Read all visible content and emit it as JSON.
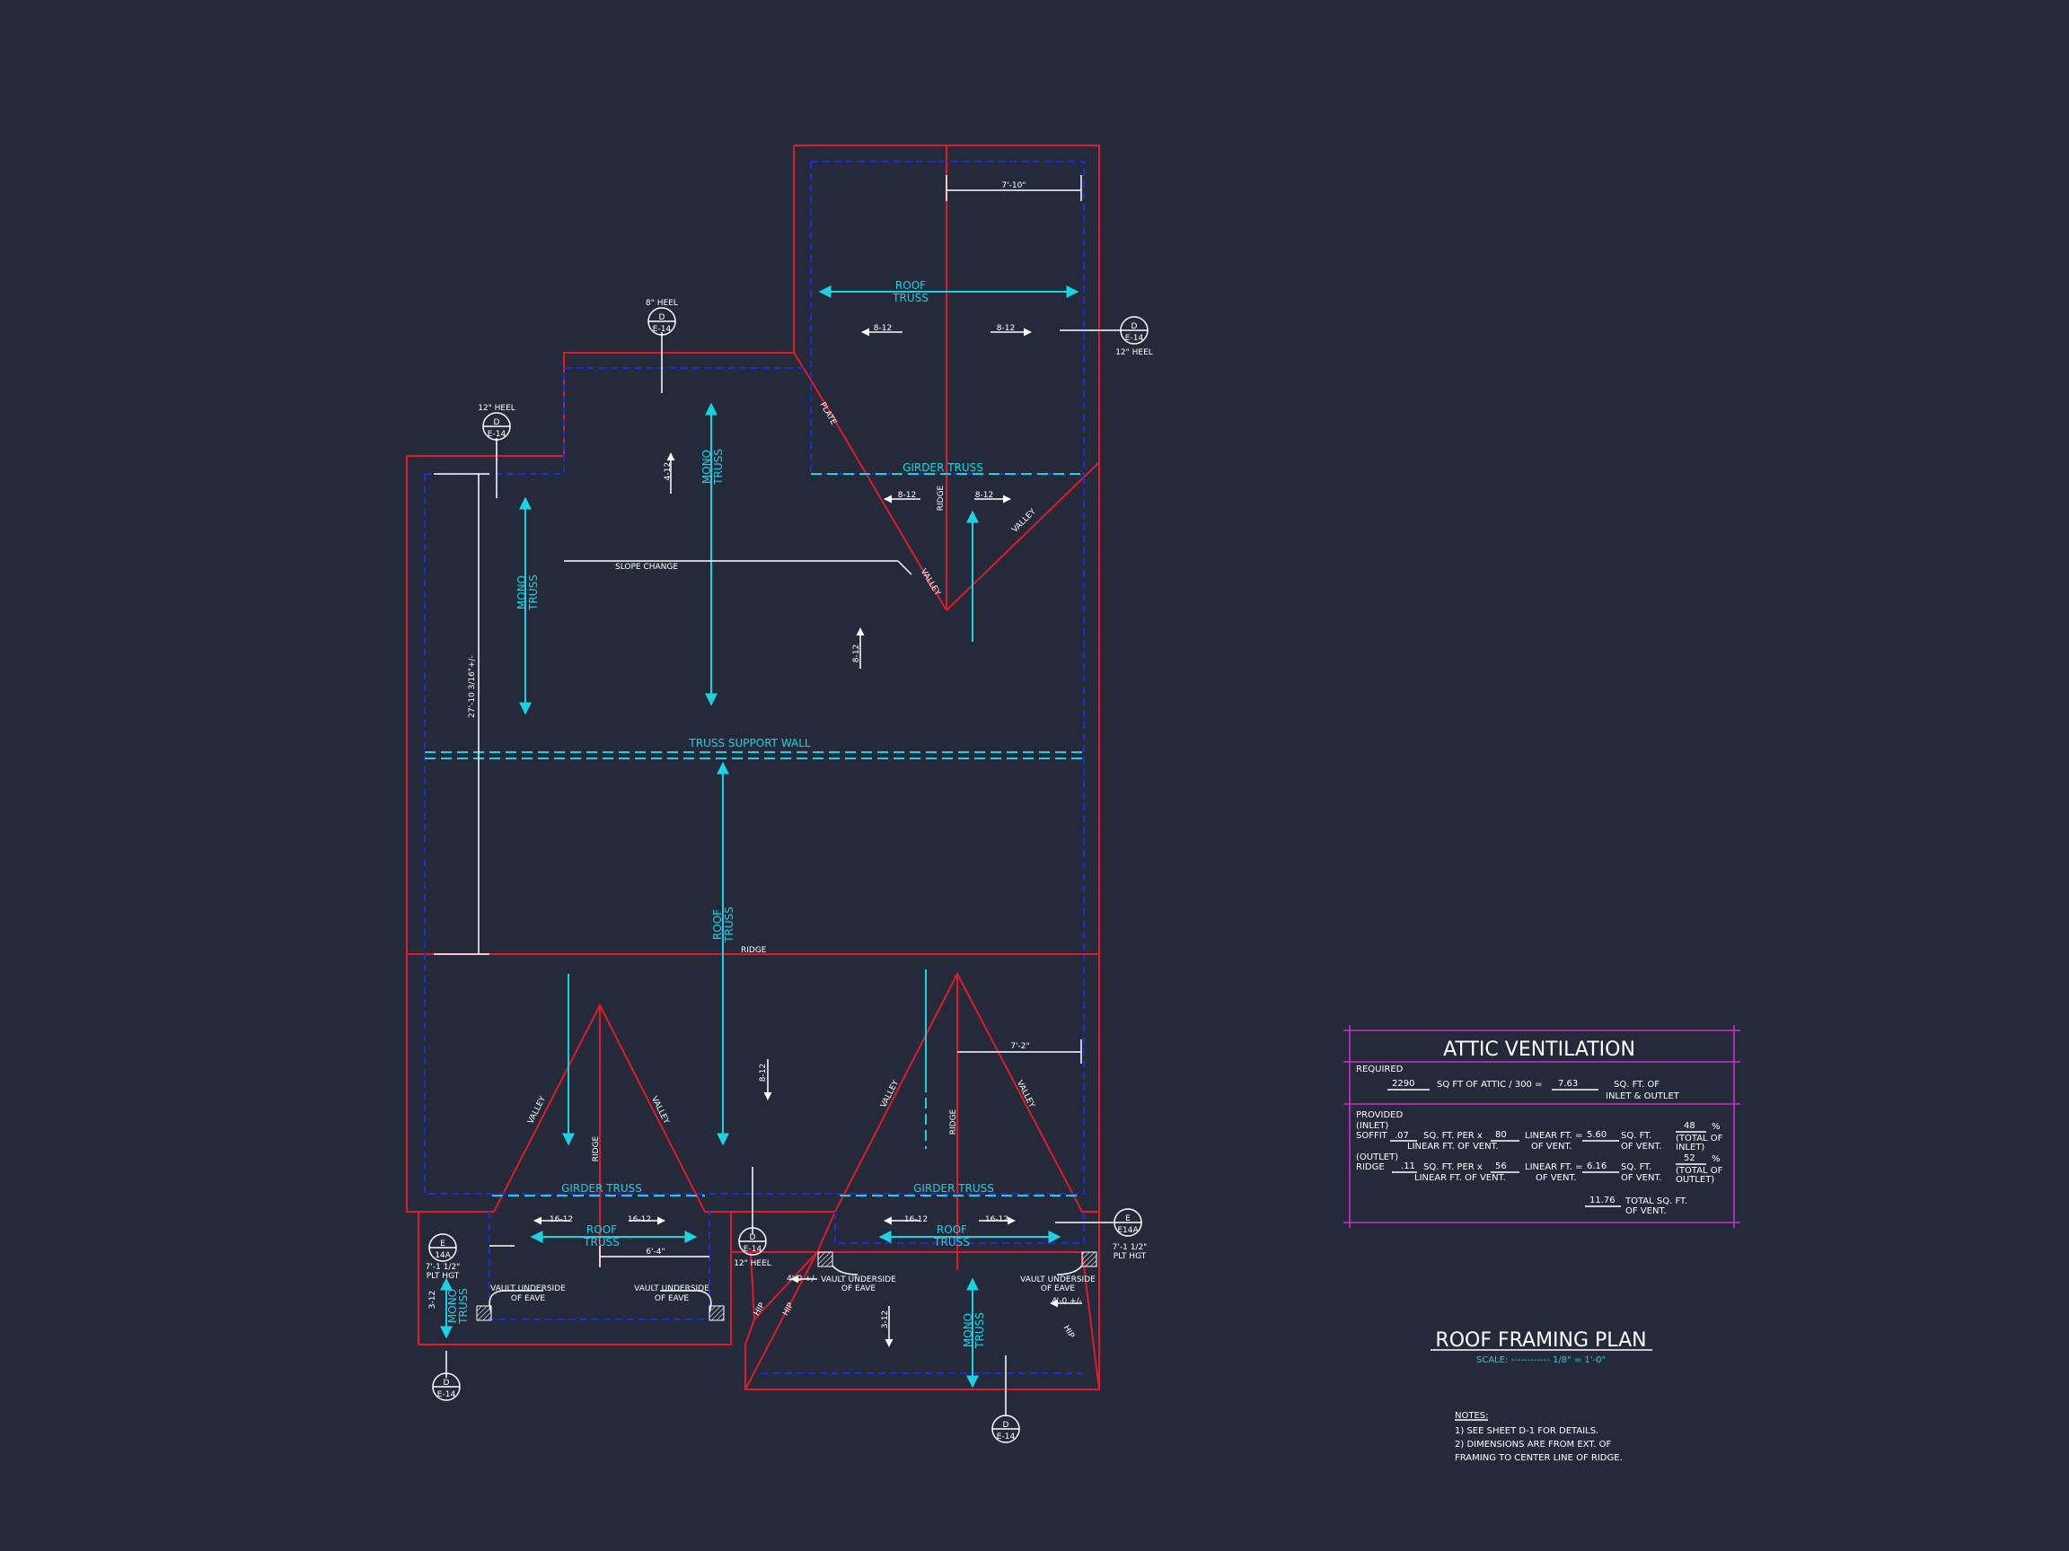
{
  "plan": {
    "labels": {
      "roof_truss": [
        "ROOF",
        "TRUSS"
      ],
      "mono_truss": [
        "MONO",
        "TRUSS"
      ],
      "girder_truss": "GIRDER TRUSS",
      "truss_support_wall": "TRUSS SUPPORT WALL",
      "slope_change": "SLOPE CHANGE",
      "ridge": "RIDGE",
      "valley": "VALLEY",
      "plate": "PLATE",
      "hip": "HIP",
      "vault_underside": [
        "VAULT UNDERSIDE",
        "OF EAVE"
      ]
    },
    "pitches": {
      "p8_12": "8-12",
      "p4_12": "4-12",
      "p16_12": "16-12",
      "p3_12": "3-12"
    },
    "dimensions": {
      "top_right": "7'-10\"",
      "left_vertical": "27'-10 3/16\"+/-",
      "right_mid": "7'-2\"",
      "bottom_left": "6'-4\"",
      "small_a": "4'-0 +/-",
      "small_b": "4'-0 +/-"
    },
    "heel_notes": {
      "h8": "8\" HEEL",
      "h12": "12\" HEEL"
    },
    "plt_hgt": [
      "7'-1 1/2\"",
      "PLT HGT"
    ],
    "callouts": {
      "d_letter": "D",
      "e_letter": "E",
      "sheet_e14": "E-14",
      "sheet_e14a": "E14A",
      "sheet_14a": "14A"
    }
  },
  "attic_ventilation": {
    "title": "ATTIC VENTILATION",
    "required_label": "REQUIRED",
    "sq_ft_attic": "2290",
    "attic_formula": "SQ FT OF ATTIC / 300 =",
    "required_result": "7.63",
    "required_unit": [
      "SQ. FT. OF",
      "INLET & OUTLET"
    ],
    "provided_label": "PROVIDED",
    "inlet_label": [
      "(INLET)",
      "SOFFIT"
    ],
    "inlet_per": ".07",
    "inlet_linear": "80",
    "inlet_sqft": "5.60",
    "inlet_pct": "48",
    "outlet_label": [
      "(OUTLET)",
      "RIDGE"
    ],
    "outlet_per": ".11",
    "outlet_linear": "56",
    "outlet_sqft": "6.16",
    "outlet_pct": "52",
    "per_text": [
      "SQ. FT. PER x",
      "LINEAR FT. OF VENT."
    ],
    "linear_text": [
      "LINEAR FT. =",
      "OF VENT."
    ],
    "sqft_text": [
      "SQ. FT.",
      "OF VENT."
    ],
    "pct_symbol": "%",
    "inlet_total": [
      "(TOTAL OF",
      "INLET)"
    ],
    "outlet_total": [
      "(TOTAL OF",
      "OUTLET)"
    ],
    "total_value": "11.76",
    "total_text": [
      "TOTAL  SQ. FT.",
      "OF VENT."
    ]
  },
  "title_block": {
    "title": "ROOF FRAMING PLAN",
    "scale": "SCALE: ------------ 1/8\" = 1'-0\""
  },
  "notes": {
    "heading": "NOTES:",
    "items": [
      "1)  SEE SHEET D-1 FOR DETAILS.",
      "2)  DIMENSIONS ARE FROM EXT. OF",
      "     FRAMING TO CENTER LINE OF RIDGE."
    ]
  },
  "colors": {
    "background": "#242a39",
    "plate_line": "#e01a2a",
    "overhang": "#1a2fd0",
    "truss": "#19d2e4",
    "table": "#c733c9"
  }
}
